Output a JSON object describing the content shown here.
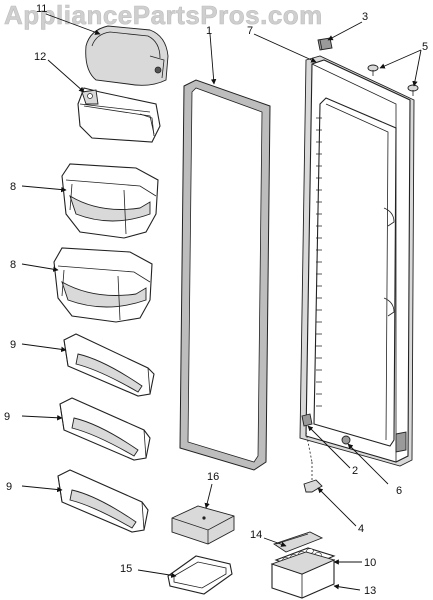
{
  "watermark": "AppliancePartsPros.com",
  "callouts": {
    "c11": "11",
    "c12": "12",
    "c3": "3",
    "c7": "7",
    "c1": "1",
    "c5": "5",
    "c8a": "8",
    "c8b": "8",
    "c9a": "9",
    "c9b": "9",
    "c9c": "9",
    "c16": "16",
    "c14": "14",
    "c15": "15",
    "c2": "2",
    "c6": "6",
    "c4": "4",
    "c10": "10",
    "c13": "13"
  }
}
